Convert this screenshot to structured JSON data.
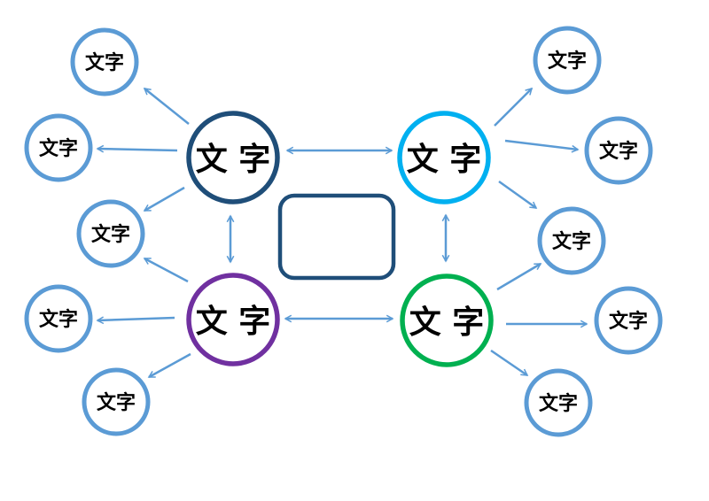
{
  "diagram": {
    "type": "mind-map",
    "colors": {
      "connector": "#5B9BD5",
      "leaf_border": "#5B9BD5",
      "center_box_border": "#1F4E79"
    },
    "center_box": {
      "label": ""
    },
    "hubs": [
      {
        "id": "hub-top-left",
        "label": "文 字",
        "color": "#1F4E79"
      },
      {
        "id": "hub-top-right",
        "label": "文 字",
        "color": "#00B0F0"
      },
      {
        "id": "hub-bottom-left",
        "label": "文 字",
        "color": "#7030A0"
      },
      {
        "id": "hub-bottom-right",
        "label": "文 字",
        "color": "#00B050"
      }
    ],
    "leaves": [
      {
        "id": "leaf-left-1",
        "label": "文字",
        "parent": "hub-top-left"
      },
      {
        "id": "leaf-left-2",
        "label": "文字",
        "parent": "hub-top-left"
      },
      {
        "id": "leaf-left-3",
        "label": "文字",
        "parent": "hub-top-left"
      },
      {
        "id": "leaf-left-4",
        "label": "文字",
        "parent": "hub-bottom-left"
      },
      {
        "id": "leaf-left-5",
        "label": "文字",
        "parent": "hub-bottom-left"
      },
      {
        "id": "leaf-right-1",
        "label": "文字",
        "parent": "hub-top-right"
      },
      {
        "id": "leaf-right-2",
        "label": "文字",
        "parent": "hub-top-right"
      },
      {
        "id": "leaf-right-3",
        "label": "文字",
        "parent": "hub-top-right"
      },
      {
        "id": "leaf-right-4",
        "label": "文字",
        "parent": "hub-bottom-right"
      },
      {
        "id": "leaf-right-5",
        "label": "文字",
        "parent": "hub-bottom-right"
      }
    ],
    "hub_links": [
      {
        "from": "hub-top-left",
        "to": "hub-top-right",
        "direction": "both"
      },
      {
        "from": "hub-bottom-left",
        "to": "hub-bottom-right",
        "direction": "both"
      },
      {
        "from": "hub-top-left",
        "to": "hub-bottom-left",
        "direction": "both"
      },
      {
        "from": "hub-top-right",
        "to": "hub-bottom-right",
        "direction": "both"
      }
    ]
  }
}
